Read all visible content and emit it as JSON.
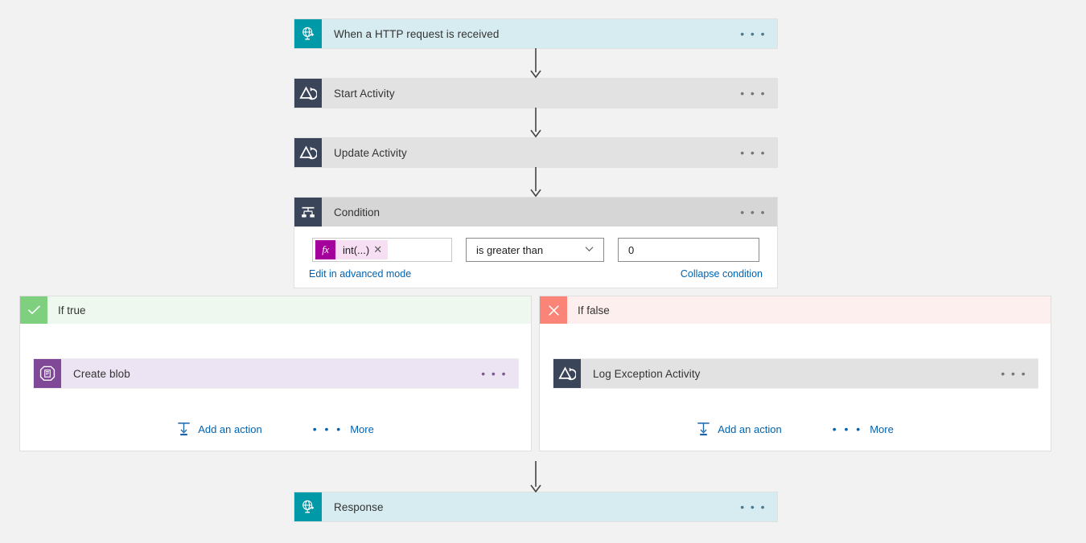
{
  "canvas": {
    "background": "#f2f2f2",
    "accent_teal": "#0099a8",
    "accent_activity": "#3b4559",
    "accent_blob": "#804998",
    "accent_true": "#7ed07e",
    "accent_false": "#f98477",
    "accent_fx": "#a4009b",
    "link_color": "#0063b1"
  },
  "nodes": {
    "trigger": {
      "title": "When a HTTP request is received",
      "icon": "http-request-icon",
      "menu": "• • •"
    },
    "start_activity": {
      "title": "Start Activity",
      "icon": "azure-devops-icon",
      "menu": "• • •"
    },
    "update_activity": {
      "title": "Update Activity",
      "icon": "azure-devops-icon",
      "menu": "• • •"
    },
    "condition": {
      "title": "Condition",
      "icon": "condition-branch-icon",
      "menu": "• • •",
      "expression_token": "int(...)",
      "token_remove": "✕",
      "fx_label": "fx",
      "operator": "is greater than",
      "value": "0",
      "advanced_link": "Edit in advanced mode",
      "collapse_link": "Collapse condition"
    },
    "response": {
      "title": "Response",
      "icon": "http-response-icon",
      "menu": "• • •"
    }
  },
  "branches": {
    "true_branch": {
      "label": "If true",
      "mark_icon": "checkmark-icon",
      "action": {
        "title": "Create blob",
        "icon": "azure-blob-storage-icon",
        "menu": "• • •"
      },
      "add_action_label": "Add an action",
      "more_label": "More",
      "more_dots": "• • •"
    },
    "false_branch": {
      "label": "If false",
      "mark_icon": "cross-icon",
      "action": {
        "title": "Log Exception Activity",
        "icon": "azure-devops-icon",
        "menu": "• • •"
      },
      "add_action_label": "Add an action",
      "more_label": "More",
      "more_dots": "• • •"
    }
  }
}
